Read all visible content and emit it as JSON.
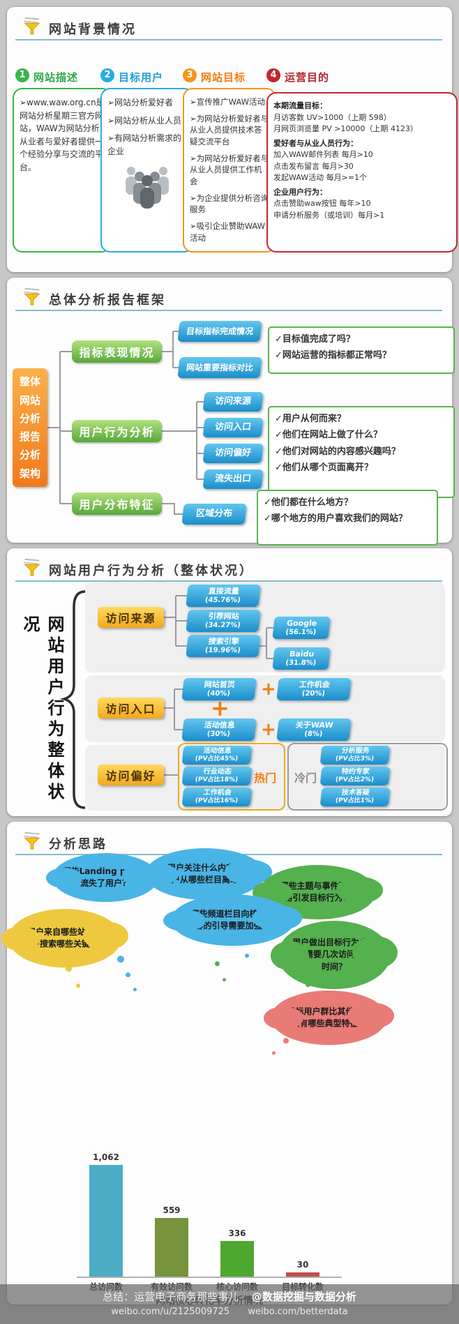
{
  "watermark": {
    "line1_left": "总结：运营电子商务那些事儿",
    "line1_right": "@数据挖掘与数据分析",
    "line2_left": "weibo.com/u/2125009725",
    "line2_right": "weibo.com/betterdata"
  },
  "panel1": {
    "title": "网站背景情况",
    "col1": {
      "num": "1",
      "title": "网站描述",
      "body": "➢www.waw.org.cn是网站分析星期三官方网站，WAW为网站分析从业者与爱好者提供一个经验分享与交流的平台。"
    },
    "col2": {
      "num": "2",
      "title": "目标用户",
      "items": [
        "➢网站分析爱好者",
        "➢网站分析从业人员",
        "➢有网站分析需求的企业"
      ]
    },
    "col3": {
      "num": "3",
      "title": "网站目标",
      "items": [
        "➢宣传推广WAW活动",
        "➢为网站分析爱好者与从业人员提供技术答疑交流平台",
        "➢为网站分析爱好者与从业人员提供工作机会",
        "➢为企业提供分析咨询服务",
        "➢吸引企业赞助WAW活动"
      ]
    },
    "col4": {
      "num": "4",
      "title": "运营目的",
      "s1_head": "本期流量目标：",
      "s1_lines": "月访客数 UV>1000（上期 598）\n月网页浏览量 PV >10000（上期 4123）",
      "s2_head": "爱好者与从业人员行为：",
      "s2_lines": "加入WAW邮件列表 每月>10\n点击发布留言 每月>30\n发起WAW活动 每月>=1个",
      "s3_head": "企业用户行为：",
      "s3_lines": "点击赞助waw按钮 每年>10\n申请分析服务（或培训）每月>1"
    }
  },
  "panel2": {
    "title": "总体分析报告框架",
    "root": "整体\n网站\n分析\n报告\n分析\n架构",
    "branches": [
      "指标表现情况",
      "用户行为分析",
      "用户分布特征"
    ],
    "metric_nodes": [
      "目标指标完成情况",
      "网站重要指标对比"
    ],
    "behavior_nodes": [
      "访问来源",
      "访问入口",
      "访问偏好",
      "流失出口"
    ],
    "distribution_node": "区域分布",
    "q1": "✓目标值完成了吗？\n✓网站运营的指标都正常吗？",
    "q2": "✓用户从何而来？\n✓他们在网站上做了什么？\n✓他们对网站的内容感兴趣吗？\n✓他们从哪个页面离开？",
    "q3": "✓他们都在什么地方？\n✓哪个地方的用户喜欢我们的网站？"
  },
  "panel3": {
    "title": "网站用户行为分析（整体状况）",
    "side_label": "网站用户行为整体状况",
    "g1_label": "访问来源",
    "sources": [
      {
        "name": "直接流量",
        "pct": "(45.76%)"
      },
      {
        "name": "引荐网站",
        "pct": "(34.27%)"
      },
      {
        "name": "搜索引擎",
        "pct": "(19.96%)"
      }
    ],
    "engines": [
      {
        "name": "Google",
        "pct": "(56.1%)"
      },
      {
        "name": "Baidu",
        "pct": "(31.8%)"
      }
    ],
    "g2_label": "访问入口",
    "entries": [
      {
        "name": "网站首页",
        "pct": "(40%)"
      },
      {
        "name": "工作机会",
        "pct": "(20%)"
      },
      {
        "name": "活动信息",
        "pct": "(30%)"
      },
      {
        "name": "关于WAW",
        "pct": "(8%)"
      }
    ],
    "plus": "+",
    "g3_label": "访问偏好",
    "hot_label": "热门",
    "hot": [
      {
        "name": "活动信息",
        "pct": "(PV占比45%)"
      },
      {
        "name": "行业动态",
        "pct": "(PV占比18%)"
      },
      {
        "name": "工作机会",
        "pct": "(PV占比16%)"
      }
    ],
    "cold_label": "冷门",
    "cold": [
      {
        "name": "分析服务",
        "pct": "(PV占比3%)"
      },
      {
        "name": "特约专家",
        "pct": "(PV占比2%)"
      },
      {
        "name": "技术答疑",
        "pct": "(PV占比1%)"
      }
    ]
  },
  "panel4": {
    "title": "分析思路",
    "clouds": [
      {
        "text": "哪些Landing pages\n流失了用户？"
      },
      {
        "text": "用户关注什么内容？\n用户从哪些栏目离站？"
      },
      {
        "text": "哪些主题与事件更容\n易引发目标行为？"
      },
      {
        "text": "哪些频道栏目向核心内\n容的引导需要加强？"
      },
      {
        "text": "用户来自哪些站点？\n用户搜索哪些关键字？"
      },
      {
        "text": "用户做出目标行为之通\n常需要几次访问多少\n时间？"
      },
      {
        "text": "目标用户群比其他用户\n具有哪些典型特征？"
      }
    ],
    "bar_labels": [
      "1,062",
      "559",
      "336",
      "30"
    ],
    "chart_title": "网站核心转化率分析情况"
  },
  "chart_data": {
    "type": "bar",
    "title": "网站核心转化率分析情况",
    "categories": [
      "总访问数",
      "有效访问数",
      "核心访问数",
      "目标转化数"
    ],
    "values": [
      1062,
      559,
      336,
      30
    ],
    "colors": [
      "#4bacc6",
      "#77933c",
      "#4ea72e",
      "#c0504d"
    ],
    "ylim": [
      0,
      1100
    ],
    "legend": false
  }
}
